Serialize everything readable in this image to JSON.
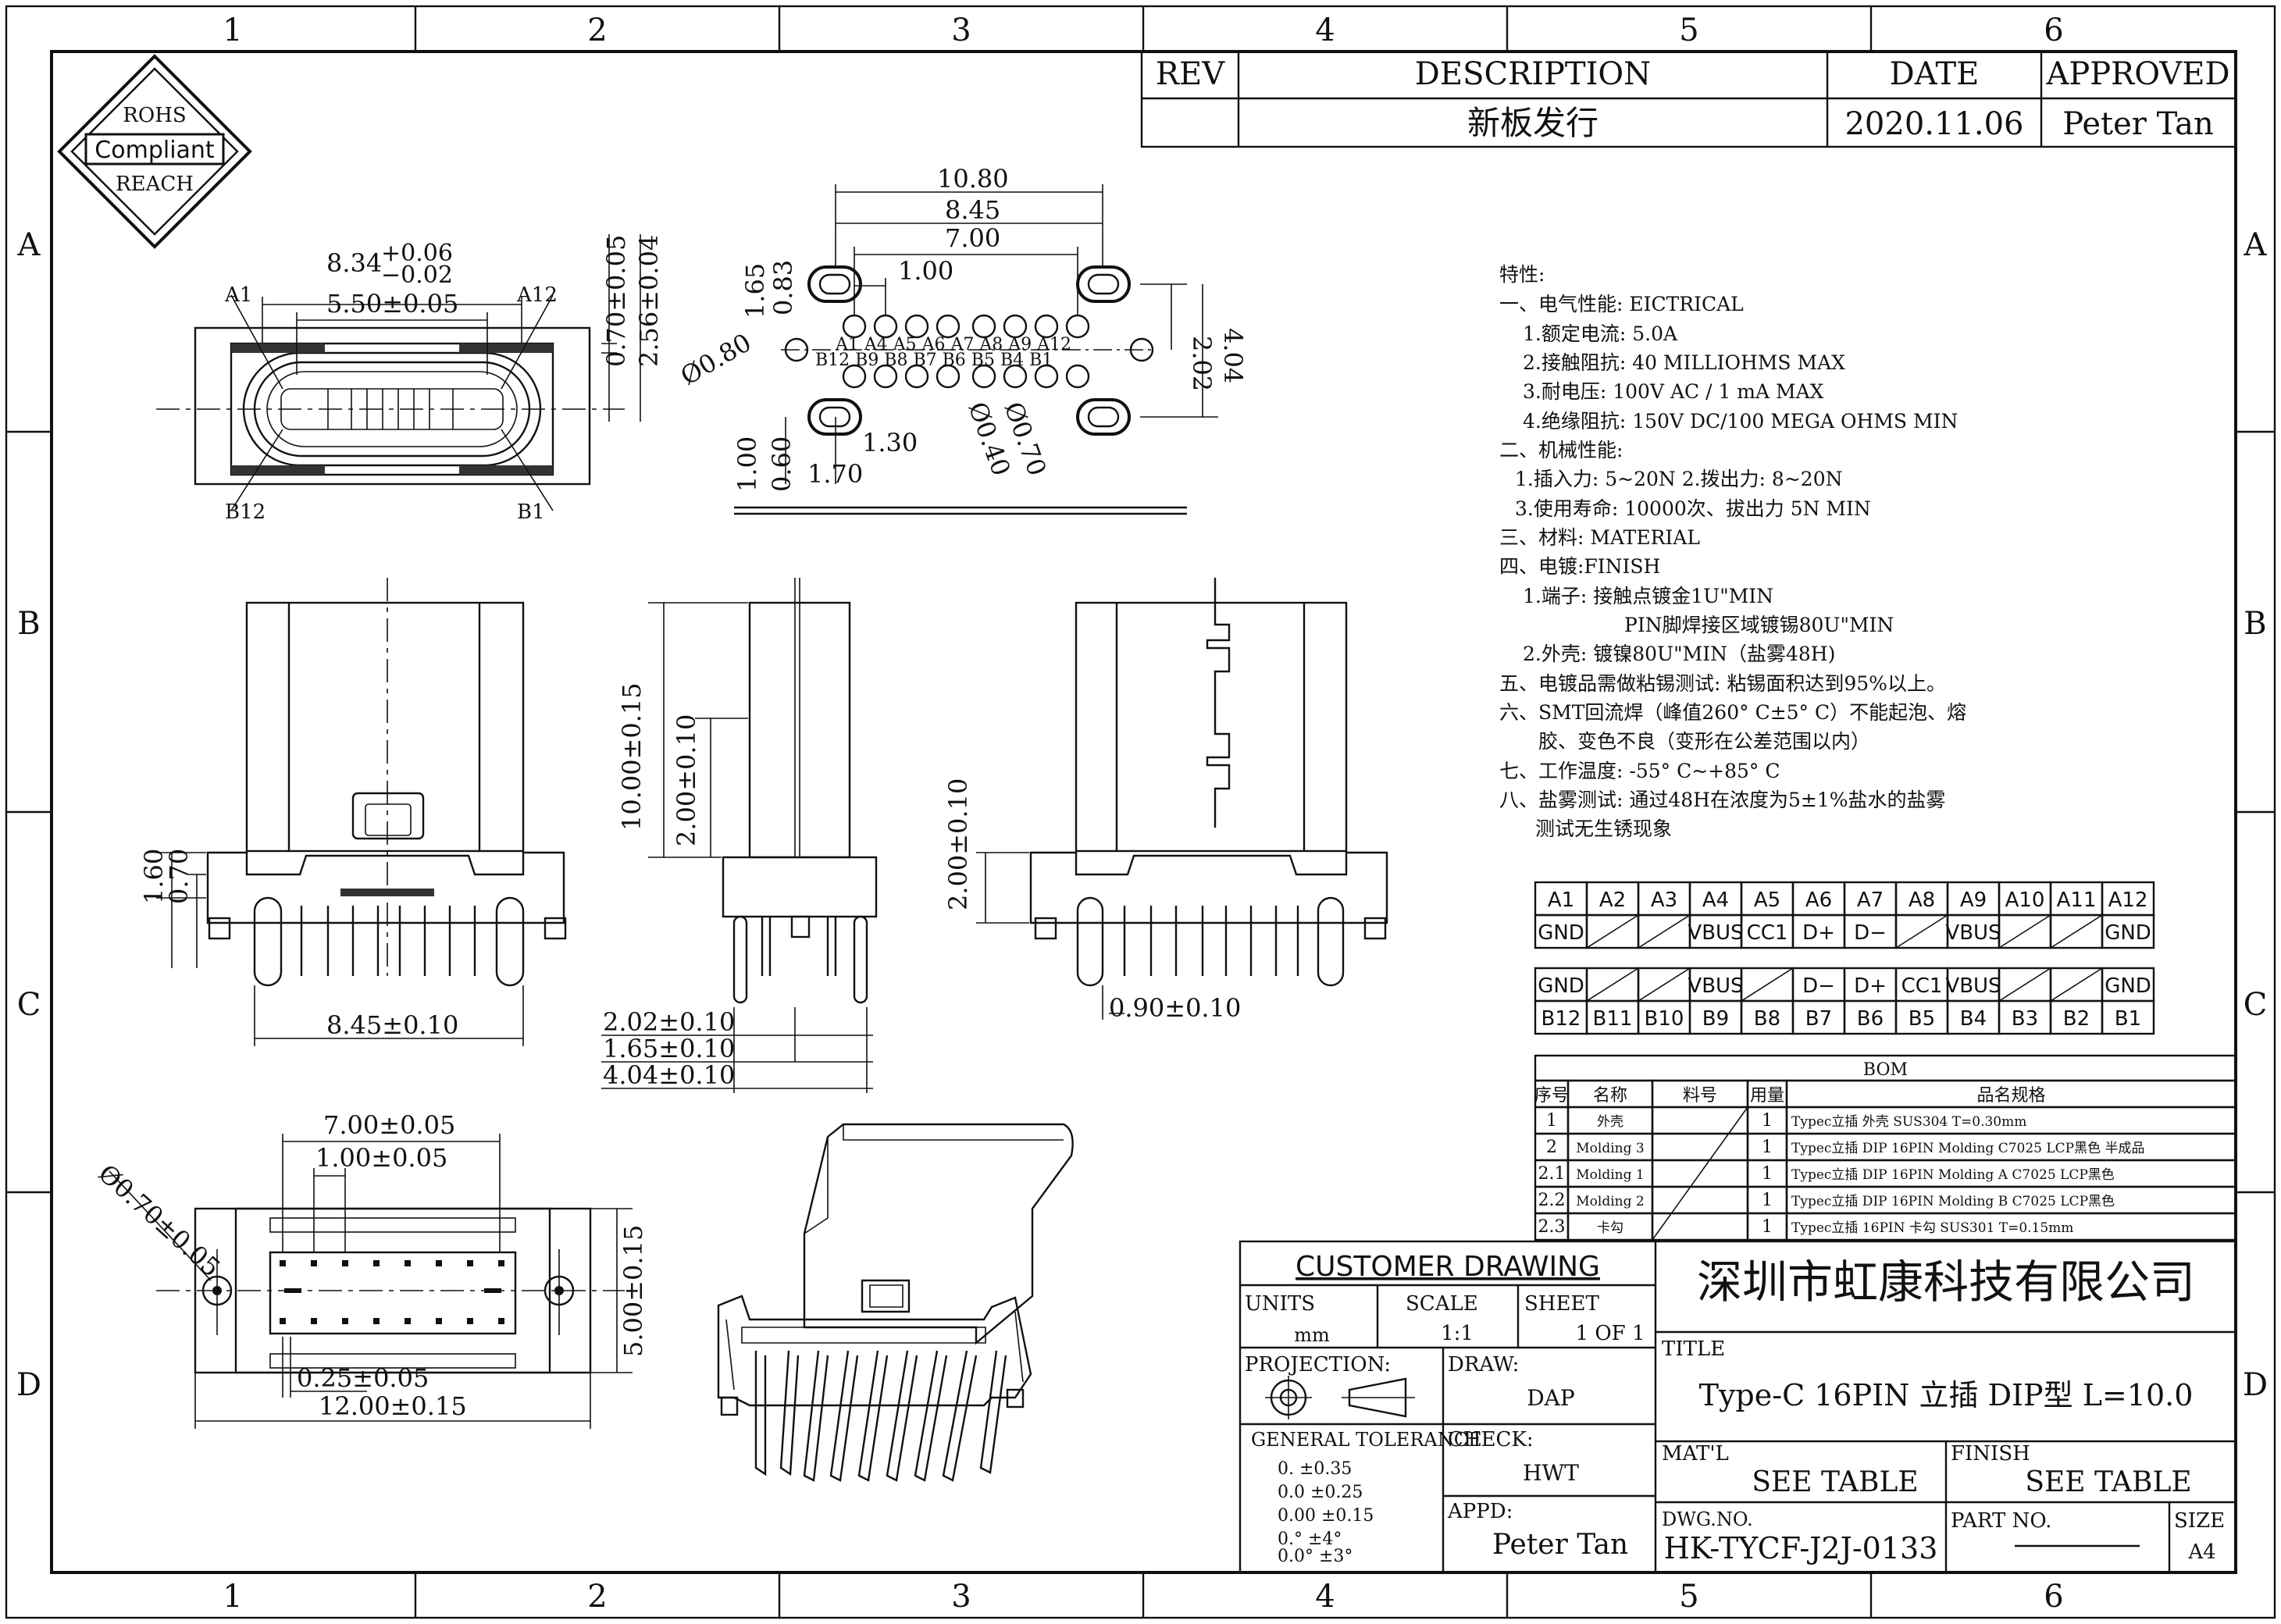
{
  "border": {
    "cols": [
      "1",
      "2",
      "3",
      "4",
      "5",
      "6"
    ],
    "rows": [
      "A",
      "B",
      "C",
      "D"
    ]
  },
  "rohs": {
    "top": "ROHS",
    "mid": "Compliant",
    "bot": "REACH"
  },
  "revision": {
    "headers": [
      "REV",
      "DESCRIPTION",
      "DATE",
      "APPROVED"
    ],
    "row": {
      "rev": "",
      "description": "新板发行",
      "date": "2020.11.06",
      "approved": "Peter Tan"
    }
  },
  "dims": {
    "top_w": "8.34",
    "top_tol_p": "+0.06",
    "top_tol_m": "−0.02",
    "top_inner": "5.50±0.05",
    "pin_a1": "A1",
    "pin_a12": "A12",
    "pin_b12": "B12",
    "pin_b1": "B1",
    "v070": "0.70±0.05",
    "v256": "2.56±0.04",
    "f1080": "10.80",
    "f845": "8.45",
    "f700": "7.00",
    "f100": "1.00",
    "f165": "1.65",
    "f083": "0.83",
    "f202": "2.02",
    "f404": "4.04",
    "f080": "Ø0.80",
    "f040": "Ø0.40",
    "f070": "Ø0.70",
    "f100b": "1.00",
    "f060": "0.60",
    "f130": "1.30",
    "f170": "1.70",
    "fp_top": "A1 A4 A5 A6   A7 A8 A9 A12",
    "fp_bot": "B12 B9 B8 B7   B6 B5 B4 B1",
    "s160": "1.60",
    "s070": "0.70",
    "s845": "8.45±0.10",
    "m1000": "10.00±0.15",
    "m200": "2.00±0.10",
    "m202": "2.02±0.10",
    "m165": "1.65±0.10",
    "m404": "4.04±0.10",
    "r200": "2.00±0.10",
    "r090": "0.90±0.10",
    "b700": "7.00±0.05",
    "b100": "1.00±0.05",
    "b070": "Ø0.70±0.05",
    "b500": "5.00±0.15",
    "b025": "0.25±0.05",
    "b1200": "12.00±0.15"
  },
  "specs": [
    "特性:",
    "一、电气性能: EICTRICAL",
    "1.额定电流: 5.0A",
    "2.接触阻抗: 40 MILLIOHMS MAX",
    "3.耐电压: 100V AC / 1 mA MAX",
    "4.绝缘阻抗: 150V DC/100 MEGA OHMS MIN",
    "二、机械性能:",
    "1.插入力: 5~20N  2.拨出力: 8~20N",
    "3.使用寿命: 10000次、拔出力 5N MIN",
    "三、材料: MATERIAL",
    "四、电镀:FINISH",
    "1.端子: 接触点镀金1U\"MIN",
    "PIN脚焊接区域镀锡80U\"MIN",
    "2.外壳: 镀镍80U\"MIN（盐雾48H)",
    "五、电镀品需做粘锡测试: 粘锡面积达到95%以上。",
    "六、SMT回流焊（峰值260° C±5° C）不能起泡、熔",
    "胶、变色不良（变形在公差范围以内）",
    "七、工作温度: -55° C~+85° C",
    "八、盐雾测试: 通过48H在浓度为5±1%盐水的盐雾",
    "测试无生锈现象"
  ],
  "pinout": {
    "a_labels": [
      "A1",
      "A2",
      "A3",
      "A4",
      "A5",
      "A6",
      "A7",
      "A8",
      "A9",
      "A10",
      "A11",
      "A12"
    ],
    "a_signals": [
      "GND",
      "",
      "",
      "VBUS",
      "CC1",
      "D+",
      "D−",
      "",
      "VBUS",
      "",
      "",
      "GND"
    ],
    "b_signals": [
      "GND",
      "",
      "",
      "VBUS",
      "",
      "D−",
      "D+",
      "CC1",
      "VBUS",
      "",
      "",
      "GND"
    ],
    "b_labels": [
      "B12",
      "B11",
      "B10",
      "B9",
      "B8",
      "B7",
      "B6",
      "B5",
      "B4",
      "B3",
      "B2",
      "B1"
    ]
  },
  "bom": {
    "title": "BOM",
    "headers": [
      "序号",
      "名称",
      "料号",
      "用量",
      "品名规格"
    ],
    "rows": [
      {
        "no": "1",
        "name": "外壳",
        "pn": "",
        "qty": "1",
        "spec": "Typec立插 外壳 SUS304 T=0.30mm"
      },
      {
        "no": "2",
        "name": "Molding 3",
        "pn": "",
        "qty": "1",
        "spec": "Typec立插 DIP 16PIN Molding C7025 LCP黑色 半成品"
      },
      {
        "no": "2.1",
        "name": "Molding 1",
        "pn": "",
        "qty": "1",
        "spec": "Typec立插 DIP 16PIN Molding A C7025 LCP黑色"
      },
      {
        "no": "2.2",
        "name": "Molding 2",
        "pn": "",
        "qty": "1",
        "spec": "Typec立插 DIP 16PIN Molding B C7025 LCP黑色"
      },
      {
        "no": "2.3",
        "name": "卡勾",
        "pn": "",
        "qty": "1",
        "spec": "Typec立插 16PIN 卡勾 SUS301 T=0.15mm"
      }
    ]
  },
  "titleblock": {
    "customer": "CUSTOMER  DRAWING",
    "company": "深圳市虹康科技有限公司",
    "units_label": "UNITS",
    "units": "mm",
    "scale_label": "SCALE",
    "scale": "1:1",
    "sheet_label": "SHEET",
    "sheet": "1 OF 1",
    "title_label": "TITLE",
    "title": "Type-C 16PIN 立插 DIP型 L=10.0",
    "projection_label": "PROJECTION:",
    "draw_label": "DRAW:",
    "draw": "DAP",
    "check_label": "CHECK:",
    "check": "HWT",
    "appd_label": "APPD:",
    "appd": "Peter  Tan",
    "tol_label": "GENERAL  TOLERANCE",
    "tols": [
      "0.    ±0.35",
      "0.0   ±0.25",
      "0.00  ±0.15",
      "0.°   ±4°",
      "0.0°  ±3°"
    ],
    "matl_label": "MAT'L",
    "matl": "SEE  TABLE",
    "finish_label": "FINISH",
    "finish": "SEE  TABLE",
    "dwg_label": "DWG.NO.",
    "dwg": "HK-TYCF-J2J-0133",
    "part_label": "PART NO.",
    "size_label": "SIZE",
    "size": "A4"
  }
}
